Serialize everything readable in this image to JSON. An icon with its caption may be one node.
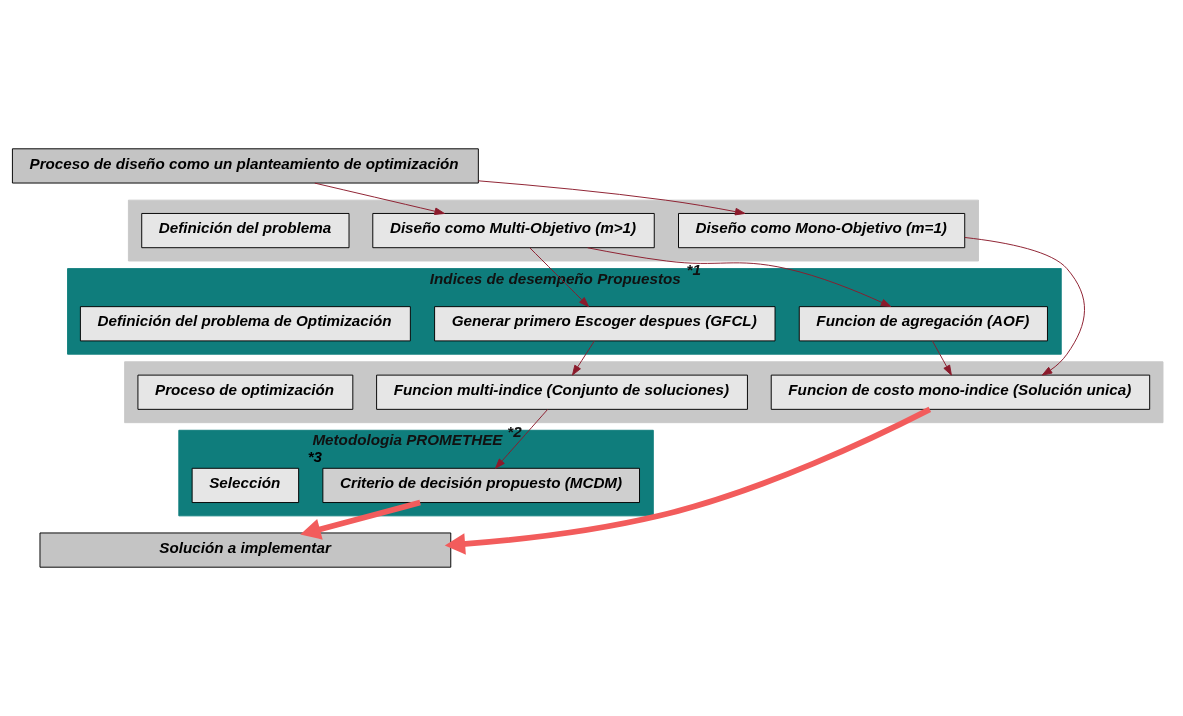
{
  "diagram": {
    "nodes": [
      {
        "text": [
          "Proceso de diseño como un planteamiento de optimización"
        ]
      },
      {
        "text": [],
        "shape": "band"
      },
      {
        "text": [
          "Definición del problema"
        ],
        "in": 1
      },
      {
        "text": [
          "Diseño como Mono-Objetivo (m=1)"
        ],
        "in": 1
      },
      {
        "text": [
          "Diseño como Multi-Objetivo (m>1)"
        ],
        "in": 1
      },
      {
        "text": [
          "Indices de desempeño Propuestos"
        ],
        "beside": [
          "*1"
        ]
      },
      {
        "text": [
          "Definición del problema de Optimización"
        ],
        "in": 5
      },
      {
        "text": [
          "Funcion de agregación (AOF)"
        ],
        "in": 5
      },
      {
        "text": [
          "Generar primero Escoger despues (GFCL)"
        ],
        "in": 5
      },
      {
        "text": [],
        "shape": "band"
      },
      {
        "text": [
          "Proceso de optimización"
        ],
        "in": 9
      },
      {
        "text": [
          "Funcion de costo mono-indice (Solución unica)"
        ],
        "in": 9
      },
      {
        "text": [
          "Funcion multi-indice (Conjunto de soluciones)"
        ],
        "in": 9
      },
      {
        "text": [
          "Metodologia PROMETHEE"
        ],
        "beside": [
          "*2"
        ]
      },
      {
        "text": [
          "Selección"
        ],
        "in": 13
      },
      {
        "text": [
          "Criterio de decisión propuesto (MCDM)"
        ],
        "beside": [
          "*3"
        ],
        "in": 13
      },
      {
        "text": [
          "Solución a implementar"
        ]
      }
    ],
    "edges": [
      {
        "from": 0,
        "to": 3,
        "arrow": "to"
      },
      {
        "from": 0,
        "to": 4,
        "arrow": "to"
      },
      {
        "from": 3,
        "to": 11,
        "arrow": "to"
      },
      {
        "from": 4,
        "to": 7,
        "arrow": "to"
      },
      {
        "from": 4,
        "to": 8,
        "arrow": "to"
      },
      {
        "from": 7,
        "to": 11,
        "arrow": "to"
      },
      {
        "from": 8,
        "to": 12,
        "arrow": "to"
      },
      {
        "from": 12,
        "to": 15,
        "arrow": "to"
      },
      {
        "from": 11,
        "to": 16,
        "arrow": "to",
        "style": "thick",
        "color": "#f25c5c"
      },
      {
        "from": 15,
        "to": 16,
        "arrow": "to",
        "style": "thick",
        "color": "#f25c5c"
      }
    ]
  }
}
